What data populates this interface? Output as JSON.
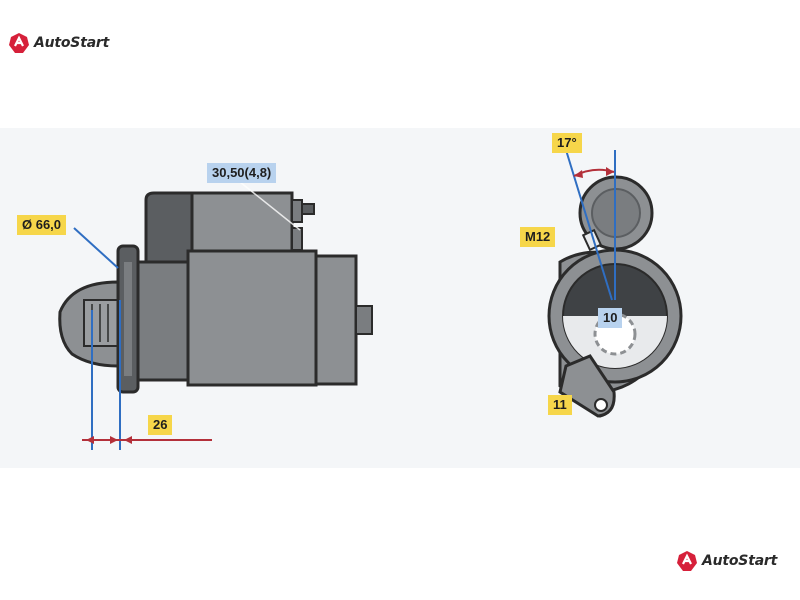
{
  "brand": {
    "name": "AutoStart",
    "accent": "#d6203a"
  },
  "dimensions": {
    "bolt_circle": "30,50(4,8)",
    "flange_diameter": "Ø 66,0",
    "pinion_offset": "26",
    "angle": "17°",
    "thread": "M12",
    "teeth": "10",
    "hole_distance": "11"
  },
  "colors": {
    "body": "#8d9093",
    "body_dark": "#5b5e61",
    "outline": "#2b2b2b",
    "dim_line": "#2f6ec2",
    "dim_arrow": "#b3303a",
    "label_yellow": "#f6d64a",
    "label_blue": "#b8d2ee"
  }
}
